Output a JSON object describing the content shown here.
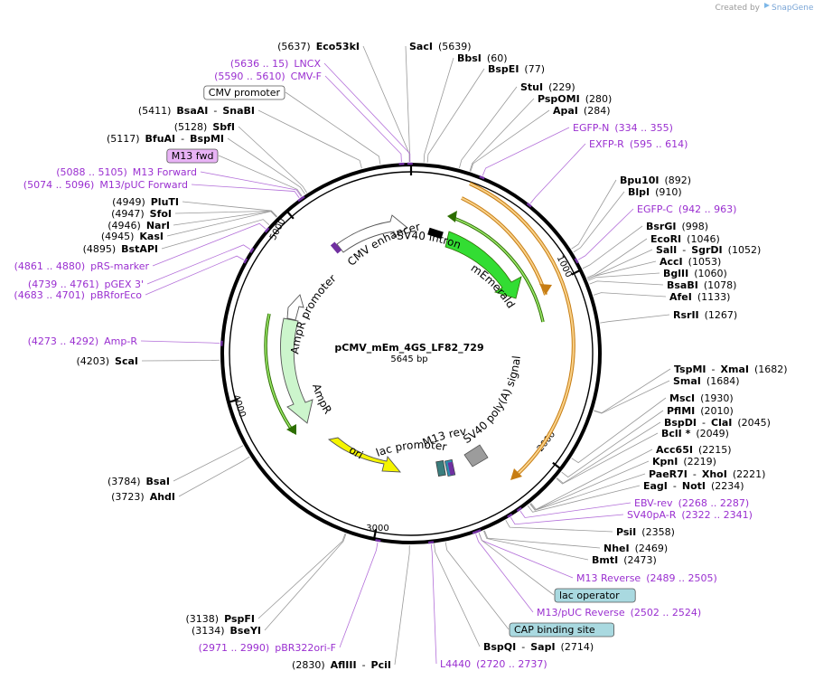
{
  "watermark": {
    "text": "Created by",
    "brand": "SnapGene",
    "icon": "snapgene-logo"
  },
  "plasmid": {
    "name": "pCMV_mEm_4GS_LF82_729",
    "size": "5645 bp",
    "length": 5645
  },
  "ticks": [
    "1000",
    "2000",
    "3000",
    "4000",
    "5000"
  ],
  "colors": {
    "enzyme": "#000000",
    "primer": "#9a2fd0",
    "backbone": "#000000",
    "leader": "#999999"
  },
  "right_labels": [
    {
      "parts": [
        "SacI",
        "(5639)"
      ],
      "kind": "enzyme"
    },
    {
      "parts": [
        "BbsI",
        "(60)"
      ],
      "kind": "enzyme"
    },
    {
      "parts": [
        "BspEI",
        "(77)"
      ],
      "kind": "enzyme"
    },
    {
      "parts": [
        "StuI",
        "(229)"
      ],
      "kind": "enzyme"
    },
    {
      "parts": [
        "PspOMI",
        "(280)"
      ],
      "kind": "enzyme"
    },
    {
      "parts": [
        "ApaI",
        "(284)"
      ],
      "kind": "enzyme"
    },
    {
      "parts": [
        "EGFP-N",
        "(334 .. 355)"
      ],
      "kind": "primer"
    },
    {
      "parts": [
        "EXFP-R",
        "(595 .. 614)"
      ],
      "kind": "primer"
    },
    {
      "parts": [
        "Bpu10I",
        "(892)"
      ],
      "kind": "enzyme"
    },
    {
      "parts": [
        "BlpI",
        "(910)"
      ],
      "kind": "enzyme"
    },
    {
      "parts": [
        "EGFP-C",
        "(942 .. 963)"
      ],
      "kind": "primer"
    },
    {
      "parts": [
        "BsrGI",
        "(998)"
      ],
      "kind": "enzyme"
    },
    {
      "parts": [
        "EcoRI",
        "(1046)"
      ],
      "kind": "enzyme"
    },
    {
      "parts": [
        "SalI",
        "-",
        "SgrDI",
        "(1052)"
      ],
      "kind": "enzyme"
    },
    {
      "parts": [
        "AccI",
        "(1053)"
      ],
      "kind": "enzyme"
    },
    {
      "parts": [
        "BglII",
        "(1060)"
      ],
      "kind": "enzyme"
    },
    {
      "parts": [
        "BsaBI",
        "(1078)"
      ],
      "kind": "enzyme"
    },
    {
      "parts": [
        "AfeI",
        "(1133)"
      ],
      "kind": "enzyme"
    },
    {
      "parts": [
        "RsrII",
        "(1267)"
      ],
      "kind": "enzyme"
    },
    {
      "parts": [
        "TspMI",
        "-",
        "XmaI",
        "(1682)"
      ],
      "kind": "enzyme"
    },
    {
      "parts": [
        "SmaI",
        "(1684)"
      ],
      "kind": "enzyme"
    },
    {
      "parts": [
        "MscI",
        "(1930)"
      ],
      "kind": "enzyme"
    },
    {
      "parts": [
        "PflMI",
        "(2010)"
      ],
      "kind": "enzyme"
    },
    {
      "parts": [
        "BspDI",
        "-",
        "ClaI",
        "(2045)"
      ],
      "kind": "enzyme"
    },
    {
      "parts": [
        "BclI *",
        "(2049)"
      ],
      "kind": "enzyme"
    },
    {
      "parts": [
        "Acc65I",
        "(2215)"
      ],
      "kind": "enzyme"
    },
    {
      "parts": [
        "KpnI",
        "(2219)"
      ],
      "kind": "enzyme"
    },
    {
      "parts": [
        "PaeR7I",
        "-",
        "XhoI",
        "(2221)"
      ],
      "kind": "enzyme"
    },
    {
      "parts": [
        "EagI",
        "-",
        "NotI",
        "(2234)"
      ],
      "kind": "enzyme"
    },
    {
      "parts": [
        "EBV-rev",
        "(2268 .. 2287)"
      ],
      "kind": "primer"
    },
    {
      "parts": [
        "SV40pA-R",
        "(2322 .. 2341)"
      ],
      "kind": "primer"
    },
    {
      "parts": [
        "PsiI",
        "(2358)"
      ],
      "kind": "enzyme"
    },
    {
      "parts": [
        "NheI",
        "(2469)"
      ],
      "kind": "enzyme"
    },
    {
      "parts": [
        "BmtI",
        "(2473)"
      ],
      "kind": "enzyme"
    },
    {
      "parts": [
        "M13 Reverse",
        "(2489 .. 2505)"
      ],
      "kind": "primer"
    },
    {
      "parts": [
        "lac operator"
      ],
      "kind": "feature"
    },
    {
      "parts": [
        "M13/pUC Reverse",
        "(2502 .. 2524)"
      ],
      "kind": "primer"
    },
    {
      "parts": [
        "CAP binding site"
      ],
      "kind": "feature"
    },
    {
      "parts": [
        "BspQI",
        "-",
        "SapI",
        "(2714)"
      ],
      "kind": "enzyme"
    },
    {
      "parts": [
        "L4440",
        "(2720 .. 2737)"
      ],
      "kind": "primer"
    }
  ],
  "left_labels": [
    {
      "parts": [
        "(5637)",
        "Eco53kI"
      ],
      "kind": "enzyme"
    },
    {
      "parts": [
        "(5636 .. 15)",
        "LNCX"
      ],
      "kind": "primer"
    },
    {
      "parts": [
        "(5590 .. 5610)",
        "CMV-F"
      ],
      "kind": "primer"
    },
    {
      "parts": [
        "CMV promoter"
      ],
      "kind": "feature"
    },
    {
      "parts": [
        "(5411)",
        "BsaAI",
        "-",
        "SnaBI"
      ],
      "kind": "enzyme"
    },
    {
      "parts": [
        "(5128)",
        "SbfI"
      ],
      "kind": "enzyme"
    },
    {
      "parts": [
        "(5117)",
        "BfuAI",
        "-",
        "BspMI"
      ],
      "kind": "enzyme"
    },
    {
      "parts": [
        "M13 fwd"
      ],
      "kind": "feature"
    },
    {
      "parts": [
        "(5088 .. 5105)",
        "M13 Forward"
      ],
      "kind": "primer"
    },
    {
      "parts": [
        "(5074 .. 5096)",
        "M13/pUC Forward"
      ],
      "kind": "primer"
    },
    {
      "parts": [
        "(4949)",
        "PluTI"
      ],
      "kind": "enzyme"
    },
    {
      "parts": [
        "(4947)",
        "SfoI"
      ],
      "kind": "enzyme"
    },
    {
      "parts": [
        "(4946)",
        "NarI"
      ],
      "kind": "enzyme"
    },
    {
      "parts": [
        "(4945)",
        "KasI"
      ],
      "kind": "enzyme"
    },
    {
      "parts": [
        "(4895)",
        "BstAPI"
      ],
      "kind": "enzyme"
    },
    {
      "parts": [
        "(4861 .. 4880)",
        "pRS-marker"
      ],
      "kind": "primer"
    },
    {
      "parts": [
        "(4739 .. 4761)",
        "pGEX 3'"
      ],
      "kind": "primer"
    },
    {
      "parts": [
        "(4683 .. 4701)",
        "pBRforEco"
      ],
      "kind": "primer"
    },
    {
      "parts": [
        "(4273 .. 4292)",
        "Amp-R"
      ],
      "kind": "primer"
    },
    {
      "parts": [
        "(4203)",
        "ScaI"
      ],
      "kind": "enzyme"
    },
    {
      "parts": [
        "(3784)",
        "BsaI"
      ],
      "kind": "enzyme"
    },
    {
      "parts": [
        "(3723)",
        "AhdI"
      ],
      "kind": "enzyme"
    },
    {
      "parts": [
        "(3138)",
        "PspFI"
      ],
      "kind": "enzyme"
    },
    {
      "parts": [
        "(3134)",
        "BseYI"
      ],
      "kind": "enzyme"
    },
    {
      "parts": [
        "(2971 .. 2990)",
        "pBR322ori-F"
      ],
      "kind": "primer"
    },
    {
      "parts": [
        "(2830)",
        "AflIII",
        "-",
        "PciI"
      ],
      "kind": "enzyme"
    }
  ],
  "features": [
    {
      "name": "mEmerald",
      "color": "#33dd33"
    },
    {
      "name": "SV40 intron"
    },
    {
      "name": "CMV enhancer"
    },
    {
      "name": "AmpR promoter"
    },
    {
      "name": "AmpR",
      "color": "#ccf5cc"
    },
    {
      "name": "ori",
      "color": "#f5f500"
    },
    {
      "name": "lac promoter"
    },
    {
      "name": "M13 rev"
    },
    {
      "name": "SV40 poly(A) signal"
    }
  ]
}
